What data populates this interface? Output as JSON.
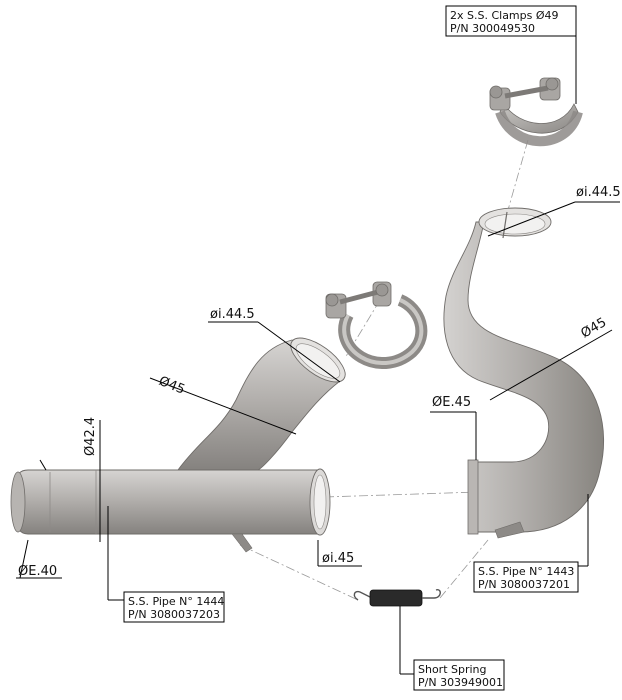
{
  "colors": {
    "metal_light": "#cfcdcb",
    "metal_mid": "#a9a6a3",
    "metal_dark": "#7d7a77",
    "spring": "#2a2a2a",
    "line": "#000000"
  },
  "callouts": {
    "clamps": {
      "line1": "2x S.S. Clamps Ø49",
      "line2": "P/N 300049530"
    },
    "pipe_1444": {
      "line1": "S.S. Pipe N° 1444",
      "line2": "P/N 3080037203"
    },
    "pipe_1443": {
      "line1": "S.S. Pipe N° 1443",
      "line2": "P/N 3080037201"
    },
    "spring": {
      "line1": "Short Spring",
      "line2": "P/N 303949001"
    }
  },
  "dimensions": {
    "right_inner": "øi.44.5",
    "right_od": "Ø45",
    "right_outlet": "ØE.45",
    "left_inner": "øi.44.5",
    "left_od": "Ø45",
    "left_height": "Ø42.4",
    "left_outlet": "ØE.40",
    "left_socket": "øi.45"
  }
}
